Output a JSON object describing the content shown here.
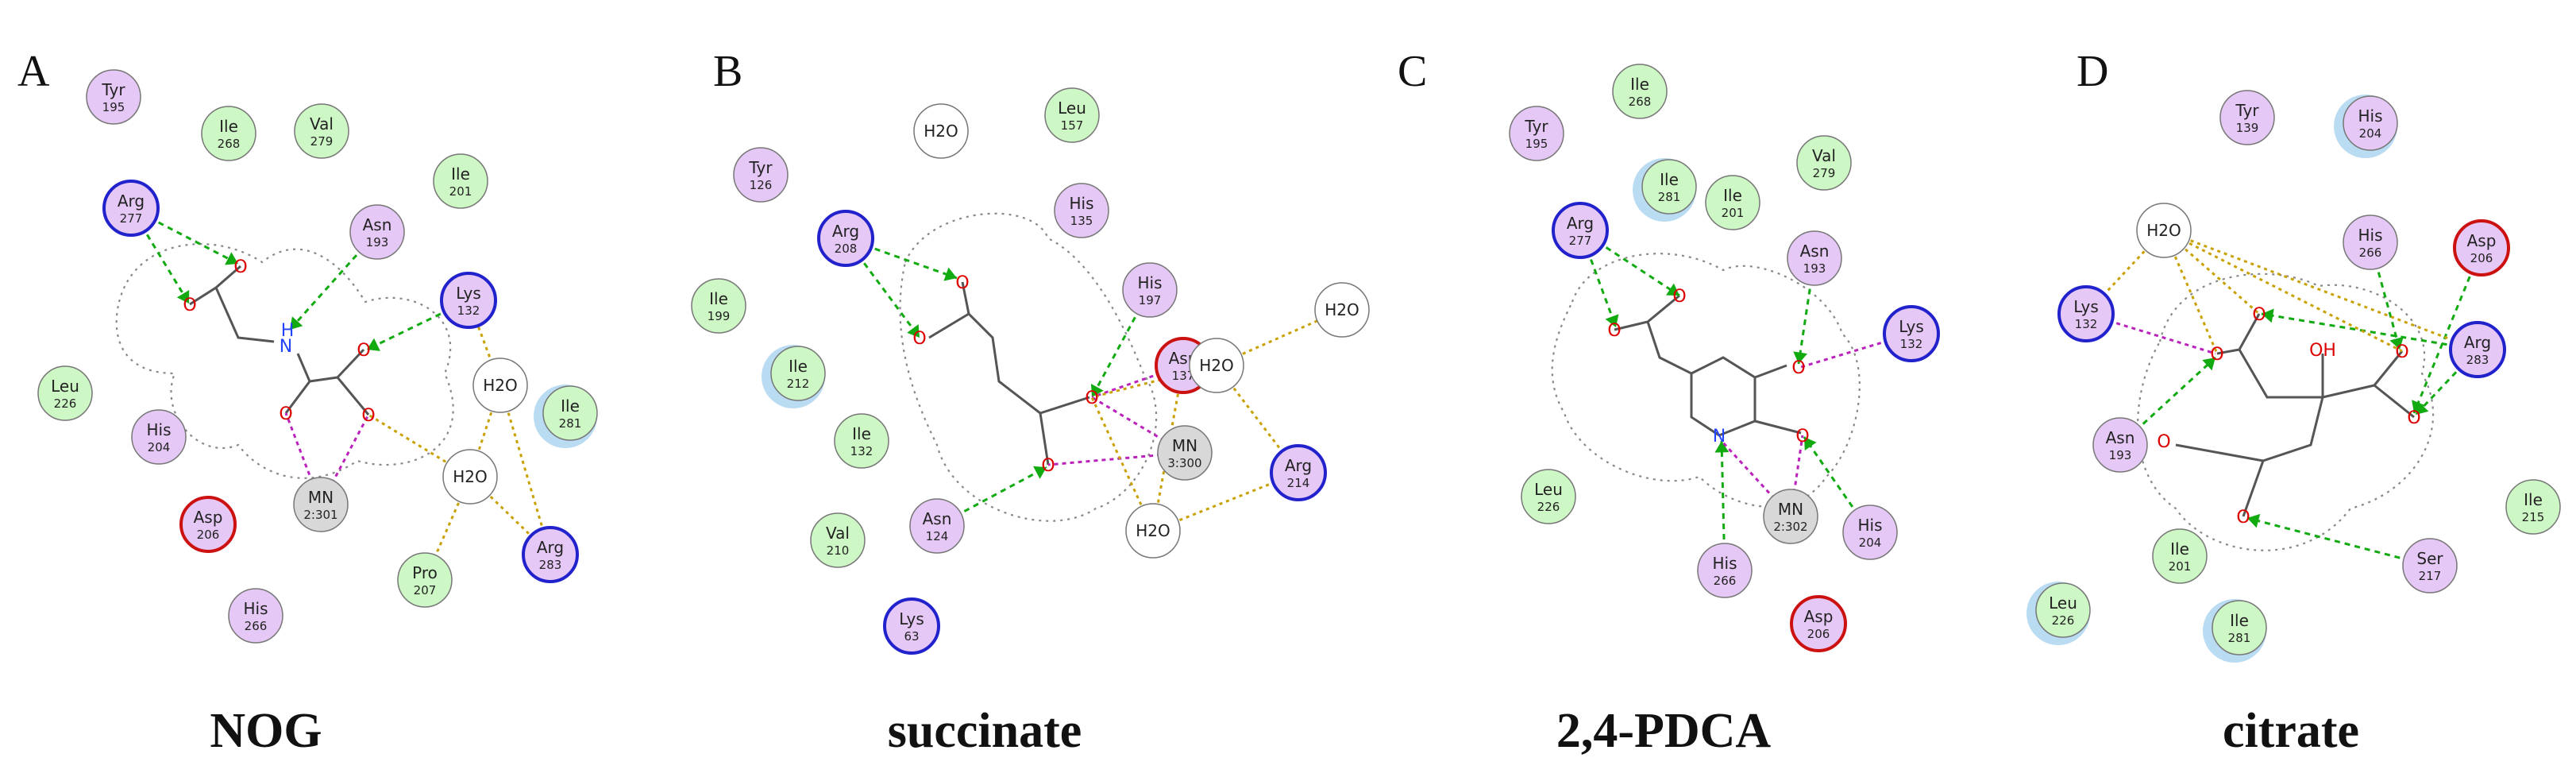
{
  "colors": {
    "hydrophobic": "#cdf7c4",
    "polar": "#e5c8f5",
    "water": "#ffffff",
    "metal": "#d8d8d8",
    "positive": "#2222cc",
    "negative": "#cc1111",
    "hbond": "#11aa11",
    "metal_coord": "#bb22bb",
    "water_bridge": "#c8a000",
    "pocket": "#888888",
    "bond": "#555555",
    "oxygen": "#dd0000",
    "nitrogen": "#2244ff"
  },
  "panels": [
    {
      "letter": "A",
      "caption": "NOG",
      "residues": [
        {
          "name": "Tyr",
          "num": "195",
          "kind": "polar"
        },
        {
          "name": "Ile",
          "num": "268",
          "kind": "hydrophobic"
        },
        {
          "name": "Val",
          "num": "279",
          "kind": "hydrophobic"
        },
        {
          "name": "Arg",
          "num": "277",
          "kind": "positive"
        },
        {
          "name": "Ile",
          "num": "201",
          "kind": "hydrophobic"
        },
        {
          "name": "Asn",
          "num": "193",
          "kind": "polar"
        },
        {
          "name": "Lys",
          "num": "132",
          "kind": "positive"
        },
        {
          "name": "H2O",
          "num": "",
          "kind": "water"
        },
        {
          "name": "Leu",
          "num": "226",
          "kind": "hydrophobic"
        },
        {
          "name": "His",
          "num": "204",
          "kind": "polar"
        },
        {
          "name": "Ile",
          "num": "281",
          "kind": "hydrophobic"
        },
        {
          "name": "H2O",
          "num": "",
          "kind": "water"
        },
        {
          "name": "MN",
          "num": "2:301",
          "kind": "metal"
        },
        {
          "name": "Asp",
          "num": "206",
          "kind": "negative"
        },
        {
          "name": "Pro",
          "num": "207",
          "kind": "hydrophobic"
        },
        {
          "name": "Arg",
          "num": "283",
          "kind": "positive"
        },
        {
          "name": "His",
          "num": "266",
          "kind": "polar"
        }
      ],
      "atoms": [
        {
          "label": "O",
          "el": "oxygen"
        },
        {
          "label": "O",
          "el": "oxygen"
        },
        {
          "label": "H",
          "el": "nitrogen"
        },
        {
          "label": "N",
          "el": "nitrogen"
        },
        {
          "label": "O",
          "el": "oxygen"
        },
        {
          "label": "O",
          "el": "oxygen"
        },
        {
          "label": "O",
          "el": "oxygen"
        }
      ]
    },
    {
      "letter": "B",
      "caption": "succinate",
      "residues": [
        {
          "name": "H2O",
          "num": "",
          "kind": "water"
        },
        {
          "name": "Leu",
          "num": "157",
          "kind": "hydrophobic"
        },
        {
          "name": "Tyr",
          "num": "126",
          "kind": "polar"
        },
        {
          "name": "His",
          "num": "135",
          "kind": "polar"
        },
        {
          "name": "Arg",
          "num": "208",
          "kind": "positive"
        },
        {
          "name": "His",
          "num": "197",
          "kind": "polar"
        },
        {
          "name": "H2O",
          "num": "",
          "kind": "water"
        },
        {
          "name": "Ile",
          "num": "199",
          "kind": "hydrophobic"
        },
        {
          "name": "Asp",
          "num": "137",
          "kind": "negative"
        },
        {
          "name": "H2O",
          "num": "",
          "kind": "water"
        },
        {
          "name": "Ile",
          "num": "212",
          "kind": "hydrophobic"
        },
        {
          "name": "Ile",
          "num": "132",
          "kind": "hydrophobic"
        },
        {
          "name": "MN",
          "num": "3:300",
          "kind": "metal"
        },
        {
          "name": "Arg",
          "num": "214",
          "kind": "positive"
        },
        {
          "name": "Asn",
          "num": "124",
          "kind": "polar"
        },
        {
          "name": "Val",
          "num": "210",
          "kind": "hydrophobic"
        },
        {
          "name": "H2O",
          "num": "",
          "kind": "water"
        },
        {
          "name": "Lys",
          "num": "63",
          "kind": "positive"
        }
      ],
      "atoms": [
        {
          "label": "O",
          "el": "oxygen"
        },
        {
          "label": "O",
          "el": "oxygen"
        },
        {
          "label": "O",
          "el": "oxygen"
        },
        {
          "label": "O",
          "el": "oxygen"
        }
      ]
    },
    {
      "letter": "C",
      "caption": "2,4-PDCA",
      "residues": [
        {
          "name": "Ile",
          "num": "268",
          "kind": "hydrophobic"
        },
        {
          "name": "Tyr",
          "num": "195",
          "kind": "polar"
        },
        {
          "name": "Ile",
          "num": "281",
          "kind": "hydrophobic"
        },
        {
          "name": "Val",
          "num": "279",
          "kind": "hydrophobic"
        },
        {
          "name": "Ile",
          "num": "201",
          "kind": "hydrophobic"
        },
        {
          "name": "Arg",
          "num": "277",
          "kind": "positive"
        },
        {
          "name": "Asn",
          "num": "193",
          "kind": "polar"
        },
        {
          "name": "Lys",
          "num": "132",
          "kind": "positive"
        },
        {
          "name": "Leu",
          "num": "226",
          "kind": "hydrophobic"
        },
        {
          "name": "MN",
          "num": "2:302",
          "kind": "metal"
        },
        {
          "name": "His",
          "num": "204",
          "kind": "polar"
        },
        {
          "name": "His",
          "num": "266",
          "kind": "polar"
        },
        {
          "name": "Asp",
          "num": "206",
          "kind": "negative"
        }
      ],
      "atoms": [
        {
          "label": "O",
          "el": "oxygen"
        },
        {
          "label": "O",
          "el": "oxygen"
        },
        {
          "label": "O",
          "el": "oxygen"
        },
        {
          "label": "O",
          "el": "oxygen"
        },
        {
          "label": "N",
          "el": "nitrogen"
        }
      ]
    },
    {
      "letter": "D",
      "caption": "citrate",
      "residues": [
        {
          "name": "Tyr",
          "num": "139",
          "kind": "polar"
        },
        {
          "name": "His",
          "num": "204",
          "kind": "polar"
        },
        {
          "name": "H2O",
          "num": "",
          "kind": "water"
        },
        {
          "name": "His",
          "num": "266",
          "kind": "polar"
        },
        {
          "name": "Asp",
          "num": "206",
          "kind": "negative"
        },
        {
          "name": "Lys",
          "num": "132",
          "kind": "positive"
        },
        {
          "name": "Arg",
          "num": "283",
          "kind": "positive"
        },
        {
          "name": "Asn",
          "num": "193",
          "kind": "polar"
        },
        {
          "name": "Ile",
          "num": "215",
          "kind": "hydrophobic"
        },
        {
          "name": "Ile",
          "num": "201",
          "kind": "hydrophobic"
        },
        {
          "name": "Ser",
          "num": "217",
          "kind": "polar"
        },
        {
          "name": "Leu",
          "num": "226",
          "kind": "hydrophobic"
        },
        {
          "name": "Ile",
          "num": "281",
          "kind": "hydrophobic"
        }
      ],
      "atoms": [
        {
          "label": "O",
          "el": "oxygen"
        },
        {
          "label": "O",
          "el": "oxygen"
        },
        {
          "label": "OH",
          "el": "oxygen"
        },
        {
          "label": "O",
          "el": "oxygen"
        },
        {
          "label": "O",
          "el": "oxygen"
        },
        {
          "label": "O",
          "el": "oxygen"
        },
        {
          "label": "O",
          "el": "oxygen"
        }
      ]
    }
  ]
}
